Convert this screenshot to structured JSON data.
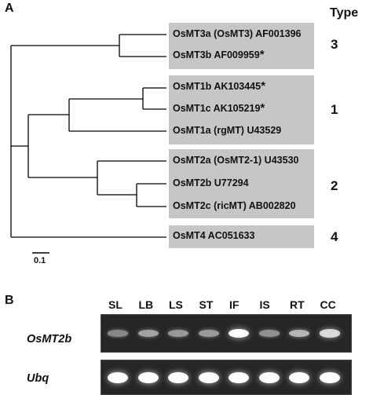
{
  "panel_a": {
    "label": "A",
    "type_header": "Type",
    "groups": [
      {
        "type": "3",
        "taxa": [
          {
            "name": "OsMT3a (OsMT3) AF001396",
            "star": ""
          },
          {
            "name": "OsMT3b  AF009959",
            "star": "*"
          }
        ]
      },
      {
        "type": "1",
        "taxa": [
          {
            "name": "OsMT1b AK103445",
            "star": "*"
          },
          {
            "name": "OsMT1c AK105219",
            "star": "*"
          },
          {
            "name": "OsMT1a (rgMT) U43529",
            "star": ""
          }
        ]
      },
      {
        "type": "2",
        "taxa": [
          {
            "name": "OsMT2a (OsMT2-1) U43530",
            "star": ""
          },
          {
            "name": "OsMT2b U77294",
            "star": ""
          },
          {
            "name": "OsMT2c (ricMT)  AB002820",
            "star": ""
          }
        ]
      },
      {
        "type": "4",
        "taxa": [
          {
            "name": "OsMT4  AC051633",
            "star": ""
          }
        ]
      }
    ],
    "scale_bar_label": "0.1"
  },
  "panel_b": {
    "label": "B",
    "columns": [
      "SL",
      "LB",
      "LS",
      "ST",
      "IF",
      "IS",
      "RT",
      "CC"
    ],
    "rows": [
      {
        "label": "OsMT2b",
        "intensity": [
          0.35,
          0.5,
          0.45,
          0.45,
          1.0,
          0.4,
          0.6,
          0.8
        ]
      },
      {
        "label": "Ubq",
        "intensity": [
          1.0,
          1.0,
          1.0,
          1.0,
          1.0,
          1.0,
          1.0,
          1.0
        ]
      }
    ]
  }
}
